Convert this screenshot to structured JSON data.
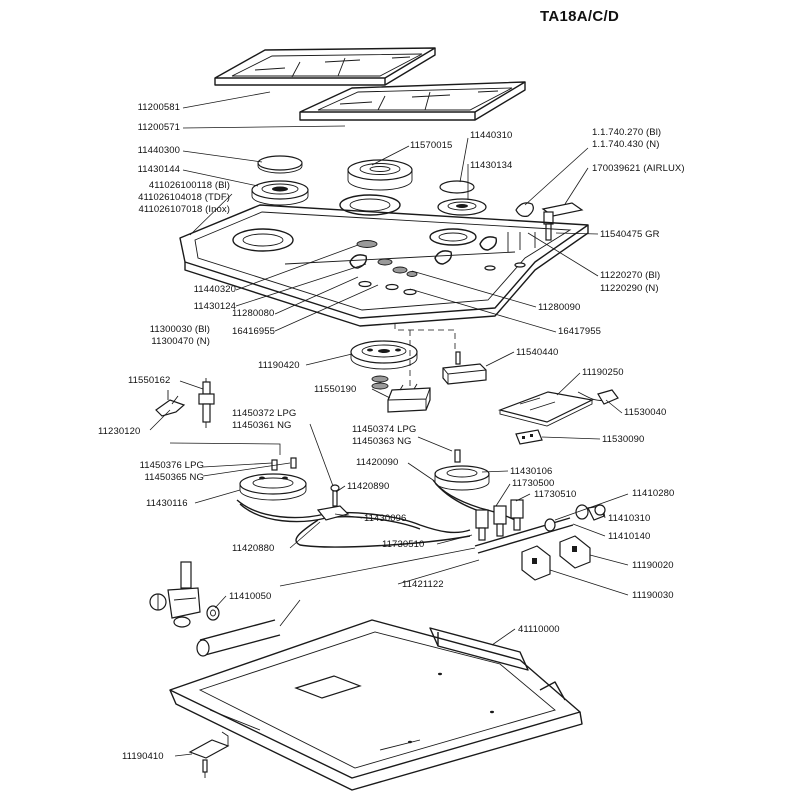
{
  "title": "TA18A/C/D",
  "labels": {
    "p11200581": "11200581",
    "p11200571": "11200571",
    "p11440300": "11440300",
    "p11430144": "11430144",
    "p411026_bl": "411026100118 (Bl)",
    "p411026_tdf": "411026104018 (TDF)",
    "p411026_inox": "411026107018 (Inox)",
    "p11570015": "11570015",
    "p11440310": "11440310",
    "p11430134": "11430134",
    "p1_1_740_270": "1.1.740.270 (Bl)",
    "p1_1_740_430": "1.1.740.430 (N)",
    "p170039621": "170039621 (AIRLUX)",
    "p11540475": "11540475  GR",
    "p11220270": "11220270 (Bl)",
    "p11220290": "11220290 (N)",
    "p11440320": "11440320",
    "p11430124": "11430124",
    "p11280080": "11280080",
    "p11280090": "11280090",
    "p11300030": "11300030 (Bl)",
    "p11300470": "11300470 (N)",
    "p16416955": "16416955",
    "p16417955": "16417955",
    "p11190420": "11190420",
    "p11540440": "11540440",
    "p11550162": "11550162",
    "p11550190": "11550190",
    "p11190250": "11190250",
    "p11530040": "11530040",
    "p11230120": "11230120",
    "p11450372": "11450372  LPG",
    "p11450361": "11450361  NG",
    "p11450374": "11450374  LPG",
    "p11450363": "11450363  NG",
    "p11530090": "11530090",
    "p11420090": "11420090",
    "p11430106": "11430106",
    "p11730500": "11730500",
    "p11450376": "11450376  LPG",
    "p11450365": "11450365  NG",
    "p11420890": "11420890",
    "p11730510a": "11730510",
    "p11410280": "11410280",
    "p11430116": "11430116",
    "p11430096": "11430096",
    "p11410310": "11410310",
    "p11410140": "11410140",
    "p11420880": "11420880",
    "p11730510b": "11730510",
    "p11190020": "11190020",
    "p11421122": "11421122",
    "p11190030": "11190030",
    "p11410050": "11410050",
    "p41110000": "41110000",
    "p11190410": "11190410"
  }
}
